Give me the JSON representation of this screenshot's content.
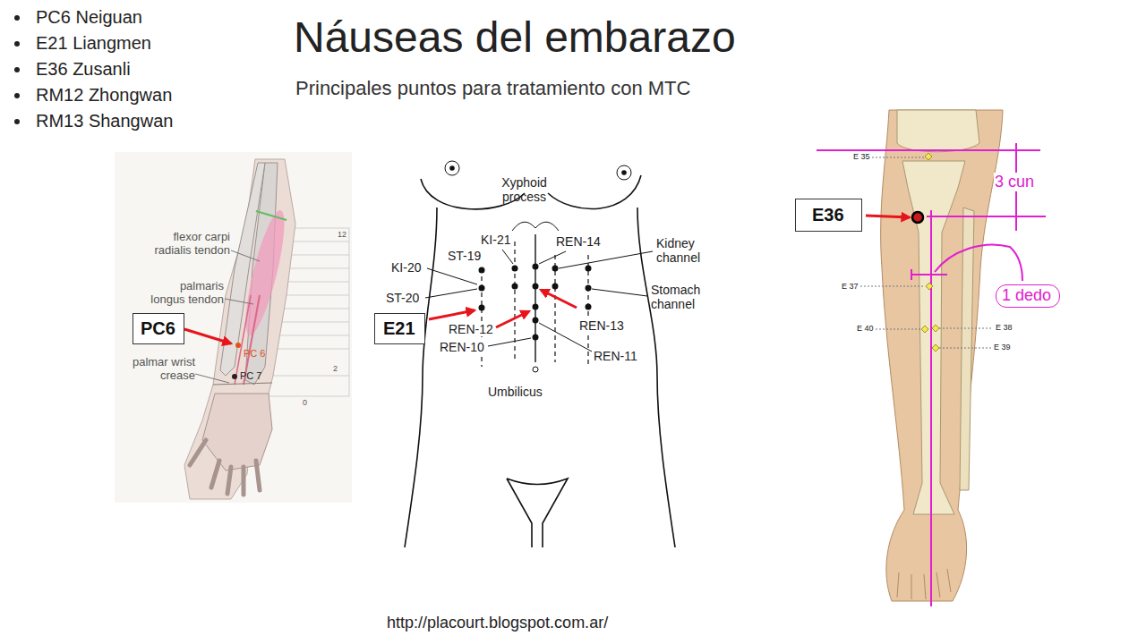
{
  "diagram": {
    "title": "Náuseas del embarazo",
    "nodes": [
      {
        "text": [
          "PC6"
        ]
      },
      {
        "text": [
          "E21"
        ]
      },
      {
        "text": [
          "E36"
        ]
      },
      {
        "text": [
          "1 dedo"
        ]
      }
    ],
    "labels": [
      "PC6 Neiguan",
      "E21 Liangmen",
      "E36 Zusanli",
      "RM12 Zhongwan",
      "RM13 Shangwan",
      "Principales puntos para tratamiento con MTC",
      "flexor carpi radialis tendon",
      "palmaris longus tendon",
      "palmar wrist crease",
      "PC 6",
      "PC 7",
      "12",
      "2",
      "0",
      "Xyphoid process",
      "KI-21",
      "REN-14",
      "ST-19",
      "Kidney channel",
      "KI-20",
      "Stomach channel",
      "ST-20",
      "REN-12",
      "REN-13",
      "REN-10",
      "REN-11",
      "Umbilicus",
      "E 35",
      "3 cun",
      "E 37",
      "E 40",
      "E 38",
      "E 39",
      "http://placourt.blogspot.com.ar/"
    ]
  }
}
